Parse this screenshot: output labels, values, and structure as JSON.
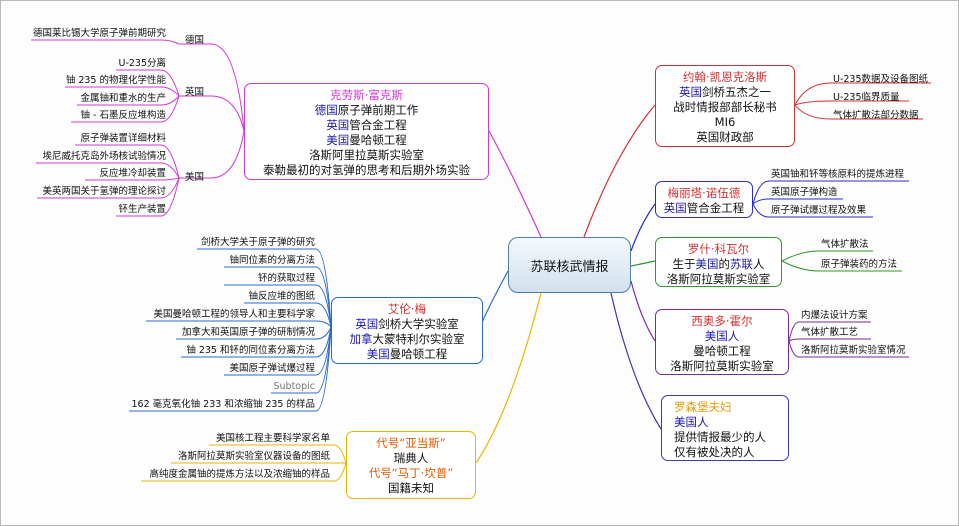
{
  "center": "苏联核武情报",
  "colors": {
    "magenta": "#d23ad2",
    "red": "#d43030",
    "blue": "#2a2ad0",
    "green": "#2c9a2c",
    "purple": "#7a2a9a",
    "navy": "#3a3aa8",
    "gold": "#e6b800",
    "orange": "#e69a00",
    "center_border": "#4d7fa8"
  },
  "left_topics": [
    {
      "name": "克劳斯·富克斯",
      "lines": [
        {
          "hl": "德国",
          "rest": "原子弹前期工作"
        },
        {
          "hl": "英国",
          "rest": "管合金工程"
        },
        {
          "hl": "美国",
          "rest": "曼哈顿工程"
        },
        {
          "hl": "",
          "rest": "洛斯阿里拉莫斯实验室"
        },
        {
          "hl": "",
          "rest": "泰勒最初的对氢弹的思考和后期外场实验"
        }
      ],
      "groups": [
        {
          "label": "德国",
          "items": [
            "德国莱比锡大学原子弹前期研究"
          ]
        },
        {
          "label": "英国",
          "items": [
            "U-235分离",
            "铀 235 的物理化学性能",
            "金属铀和重水的生产",
            "铀 - 石墨反应堆构造"
          ]
        },
        {
          "label": "美国",
          "items": [
            "原子弹装置详细材料",
            "埃尼威托克岛外场核试验情况",
            "反应堆冷却装置",
            "美英两国关于氢弹的理论探讨",
            "钚生产装置"
          ]
        }
      ]
    },
    {
      "name": "艾伦·梅",
      "lines": [
        {
          "hl": "英国",
          "rest": "剑桥大学实验室"
        },
        {
          "hl": "加拿",
          "rest": "大蒙特利尔实验室"
        },
        {
          "hl": "美国",
          "rest": "曼哈顿工程"
        }
      ],
      "items": [
        "剑桥大学关于原子弹的研究",
        "铀同位素的分离方法",
        "钚的获取过程",
        "铀反应堆的图纸",
        "美国曼哈顿工程的领导人和主要科学家",
        "加拿大和英国原子弹的研制情况",
        "铀 235 和钚的同位素分离方法",
        "美国原子弹试爆过程",
        "Subtopic",
        "162 毫克氧化铀 233 和浓缩铀 235 的样品"
      ]
    },
    {
      "name": "代号“亚当斯”",
      "lines": [
        {
          "hl": "瑞典人",
          "rest": ""
        },
        {
          "hl": "",
          "rest": "代号“马丁·坎普”",
          "named": true
        },
        {
          "hl": "",
          "rest": "国籍未知",
          "blue": true
        }
      ],
      "items": [
        "美国核工程主要科学家名单",
        "洛斯阿拉莫斯实验室仪器设备的图纸",
        "高纯度金属铀的提炼方法以及浓缩铀的样品"
      ]
    }
  ],
  "right_topics": [
    {
      "name": "约翰·凯恩克洛斯",
      "lines": [
        {
          "hl": "英国",
          "rest": "剑桥五杰之一"
        },
        {
          "hl": "",
          "rest": "战时情报部部长秘书"
        },
        {
          "hl": "",
          "rest": "MI6"
        },
        {
          "hl": "",
          "rest": "英国财政部"
        }
      ],
      "items": [
        "U-235数据及设备图纸",
        "U-235临界质量",
        "气体扩散法部分数据"
      ]
    },
    {
      "name": "梅丽塔·诺伍德",
      "lines": [
        {
          "hl": "英国",
          "rest": "管合金工程"
        }
      ],
      "items": [
        "英国铀和钚等核原料的提炼进程",
        "英国原子弹构造",
        "原子弹试爆过程及效果"
      ]
    },
    {
      "name": "罗什·科瓦尔",
      "lines": [
        {
          "pre": "生于",
          "hl": "美国",
          "mid": "的",
          "hl2": "苏联",
          "rest": "人"
        },
        {
          "hl": "",
          "rest": "洛斯阿拉莫斯实验室"
        }
      ],
      "items": [
        "气体扩散法",
        "原子弹装药的方法"
      ]
    },
    {
      "name": "西奥多·霍尔",
      "lines": [
        {
          "hl": "美国",
          "rest": "人"
        },
        {
          "hl": "",
          "rest": "曼哈顿工程"
        },
        {
          "hl": "",
          "rest": "洛斯阿拉莫斯实验室"
        }
      ],
      "items": [
        "内爆法设计方案",
        "气体扩散工艺",
        "洛斯阿拉莫斯实验室情况"
      ]
    },
    {
      "name": "罗森堡夫妇",
      "lines": [
        {
          "hl": "美国",
          "rest": "人"
        },
        {
          "hl": "",
          "rest": "提供情报最少的人"
        },
        {
          "hl": "",
          "rest": "仅有被处决的人"
        }
      ]
    }
  ]
}
